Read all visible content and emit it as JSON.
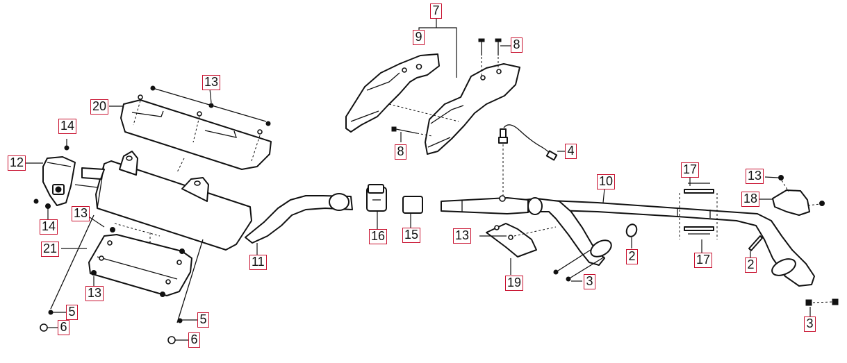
{
  "colors": {
    "callout_border": "#c8102e",
    "line": "#111111",
    "background": "#ffffff"
  },
  "callouts": [
    {
      "id": "c7",
      "label": "7"
    },
    {
      "id": "c9",
      "label": "9"
    },
    {
      "id": "c8a",
      "label": "8"
    },
    {
      "id": "c8b",
      "label": "8"
    },
    {
      "id": "c4",
      "label": "4"
    },
    {
      "id": "c10",
      "label": "10"
    },
    {
      "id": "c17a",
      "label": "17"
    },
    {
      "id": "c17b",
      "label": "17"
    },
    {
      "id": "c13a",
      "label": "13"
    },
    {
      "id": "c18",
      "label": "18"
    },
    {
      "id": "c2a",
      "label": "2"
    },
    {
      "id": "c2b",
      "label": "2"
    },
    {
      "id": "c3a",
      "label": "3"
    },
    {
      "id": "c3b",
      "label": "3"
    },
    {
      "id": "c19",
      "label": "19"
    },
    {
      "id": "c13b",
      "label": "13"
    },
    {
      "id": "c16",
      "label": "16"
    },
    {
      "id": "c15",
      "label": "15"
    },
    {
      "id": "c11",
      "label": "11"
    },
    {
      "id": "c13c",
      "label": "13"
    },
    {
      "id": "c20",
      "label": "20"
    },
    {
      "id": "c14a",
      "label": "14"
    },
    {
      "id": "c12",
      "label": "12"
    },
    {
      "id": "c14b",
      "label": "14"
    },
    {
      "id": "c13d",
      "label": "13"
    },
    {
      "id": "c21",
      "label": "21"
    },
    {
      "id": "c13e",
      "label": "13"
    },
    {
      "id": "c5a",
      "label": "5"
    },
    {
      "id": "c6a",
      "label": "6"
    },
    {
      "id": "c5b",
      "label": "5"
    },
    {
      "id": "c6b",
      "label": "6"
    }
  ]
}
